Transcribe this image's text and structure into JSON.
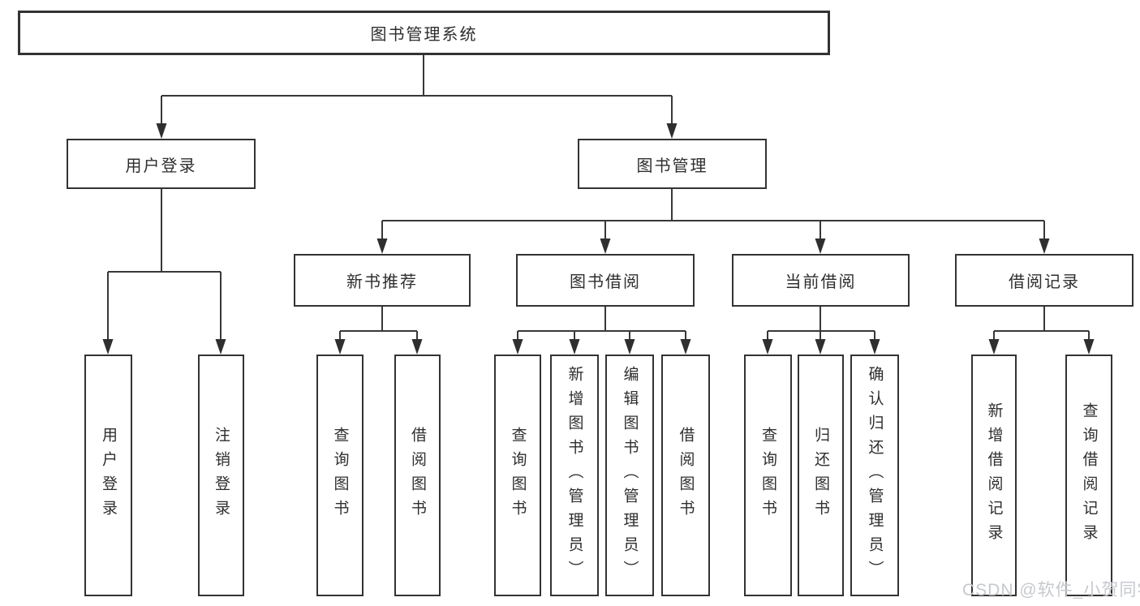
{
  "tree": {
    "root": "图书管理系统",
    "branches": [
      {
        "label": "用户登录",
        "children": [
          "用户登录",
          "注销登录"
        ]
      },
      {
        "label": "图书管理",
        "children": [
          {
            "label": "新书推荐",
            "children": [
              "查询图书",
              "借阅图书"
            ]
          },
          {
            "label": "图书借阅",
            "children": [
              "查询图书",
              "新增图书（管理员）",
              "编辑图书（管理员）",
              "借阅图书"
            ]
          },
          {
            "label": "当前借阅",
            "children": [
              "查询图书",
              "归还图书",
              "确认归还（管理员）"
            ]
          },
          {
            "label": "借阅记录",
            "children": [
              "新增借阅记录",
              "查询借阅记录"
            ]
          }
        ]
      }
    ]
  },
  "watermark": {
    "text": "CSDN @软件_小贺同学",
    "color": "#c6c9ce"
  },
  "colors": {
    "background": "#ffffff",
    "box_border": "#333333",
    "connector_line": "#383838",
    "text": "#2e2e2e"
  }
}
